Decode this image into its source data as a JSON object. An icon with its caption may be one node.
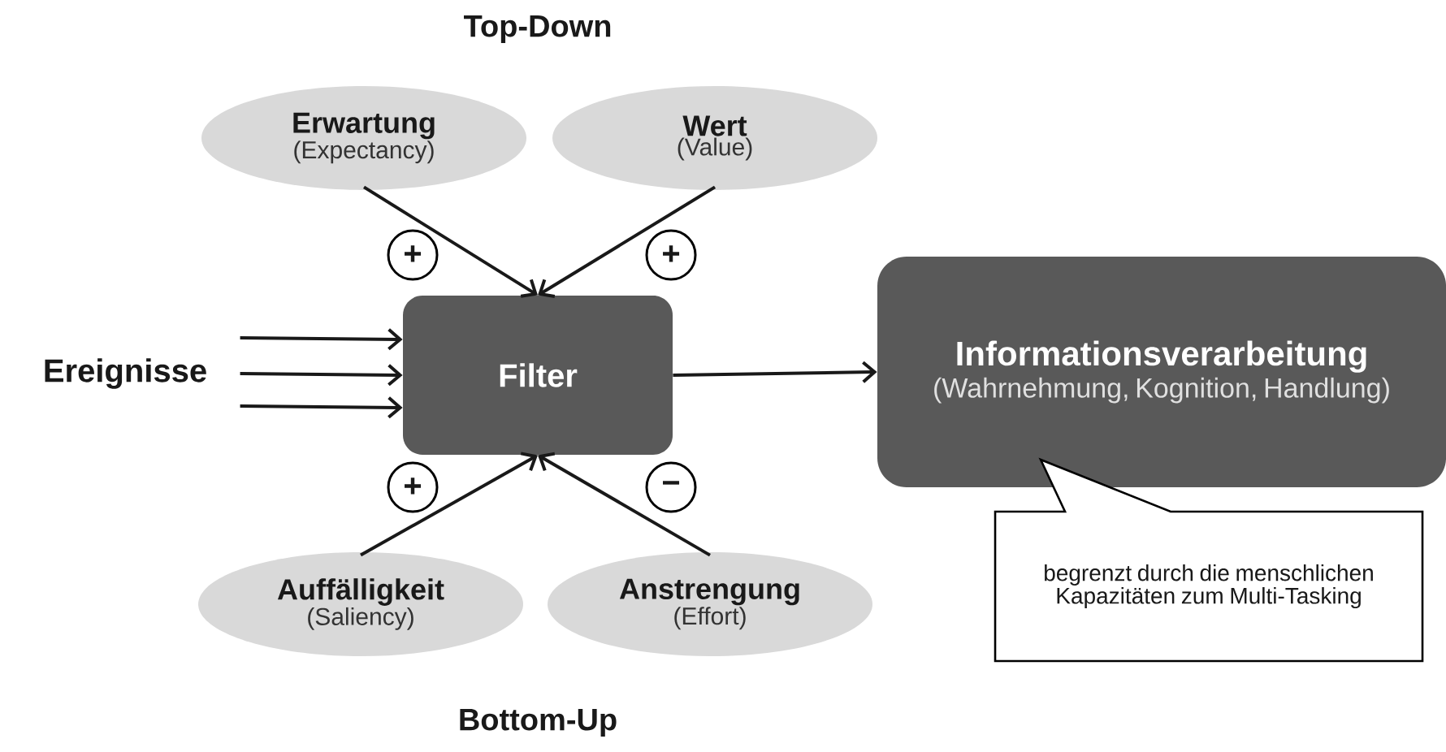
{
  "diagram": {
    "nodes": [
      {
        "text": [
          "Ereignisse"
        ]
      },
      {
        "text": [
          "Erwartung",
          "(Expectancy)"
        ]
      },
      {
        "text": [
          "Wert",
          "(Value)"
        ]
      },
      {
        "text": [
          "Filter"
        ]
      },
      {
        "text": [
          "Informationsverarbeitung",
          "(Wahrnehmung, Kognition, Handlung)"
        ]
      },
      {
        "text": [
          "begrenzt durch die menschlichen Kapazitäten zum Multi-Tasking"
        ]
      },
      {
        "text": [
          "Auffälligkeit",
          "(Saliency)"
        ]
      },
      {
        "text": [
          "Anstrengung",
          "(Effort)"
        ]
      }
    ],
    "edges": [
      {
        "from": 0,
        "to": 3,
        "arrow": "to"
      },
      {
        "from": 0,
        "to": 3,
        "arrow": "to"
      },
      {
        "from": 0,
        "to": 3,
        "arrow": "to"
      },
      {
        "from": 3,
        "to": 4,
        "arrow": "to"
      },
      {
        "from": 1,
        "to": 3,
        "arrow": "to",
        "label": "+"
      },
      {
        "from": 2,
        "to": 3,
        "arrow": "to",
        "label": "+"
      },
      {
        "from": 6,
        "to": 3,
        "arrow": "to",
        "label": "+"
      },
      {
        "from": 7,
        "to": 3,
        "arrow": "to",
        "label": "−"
      }
    ],
    "labels": [
      "Top-Down",
      "Bottom-Up"
    ]
  }
}
